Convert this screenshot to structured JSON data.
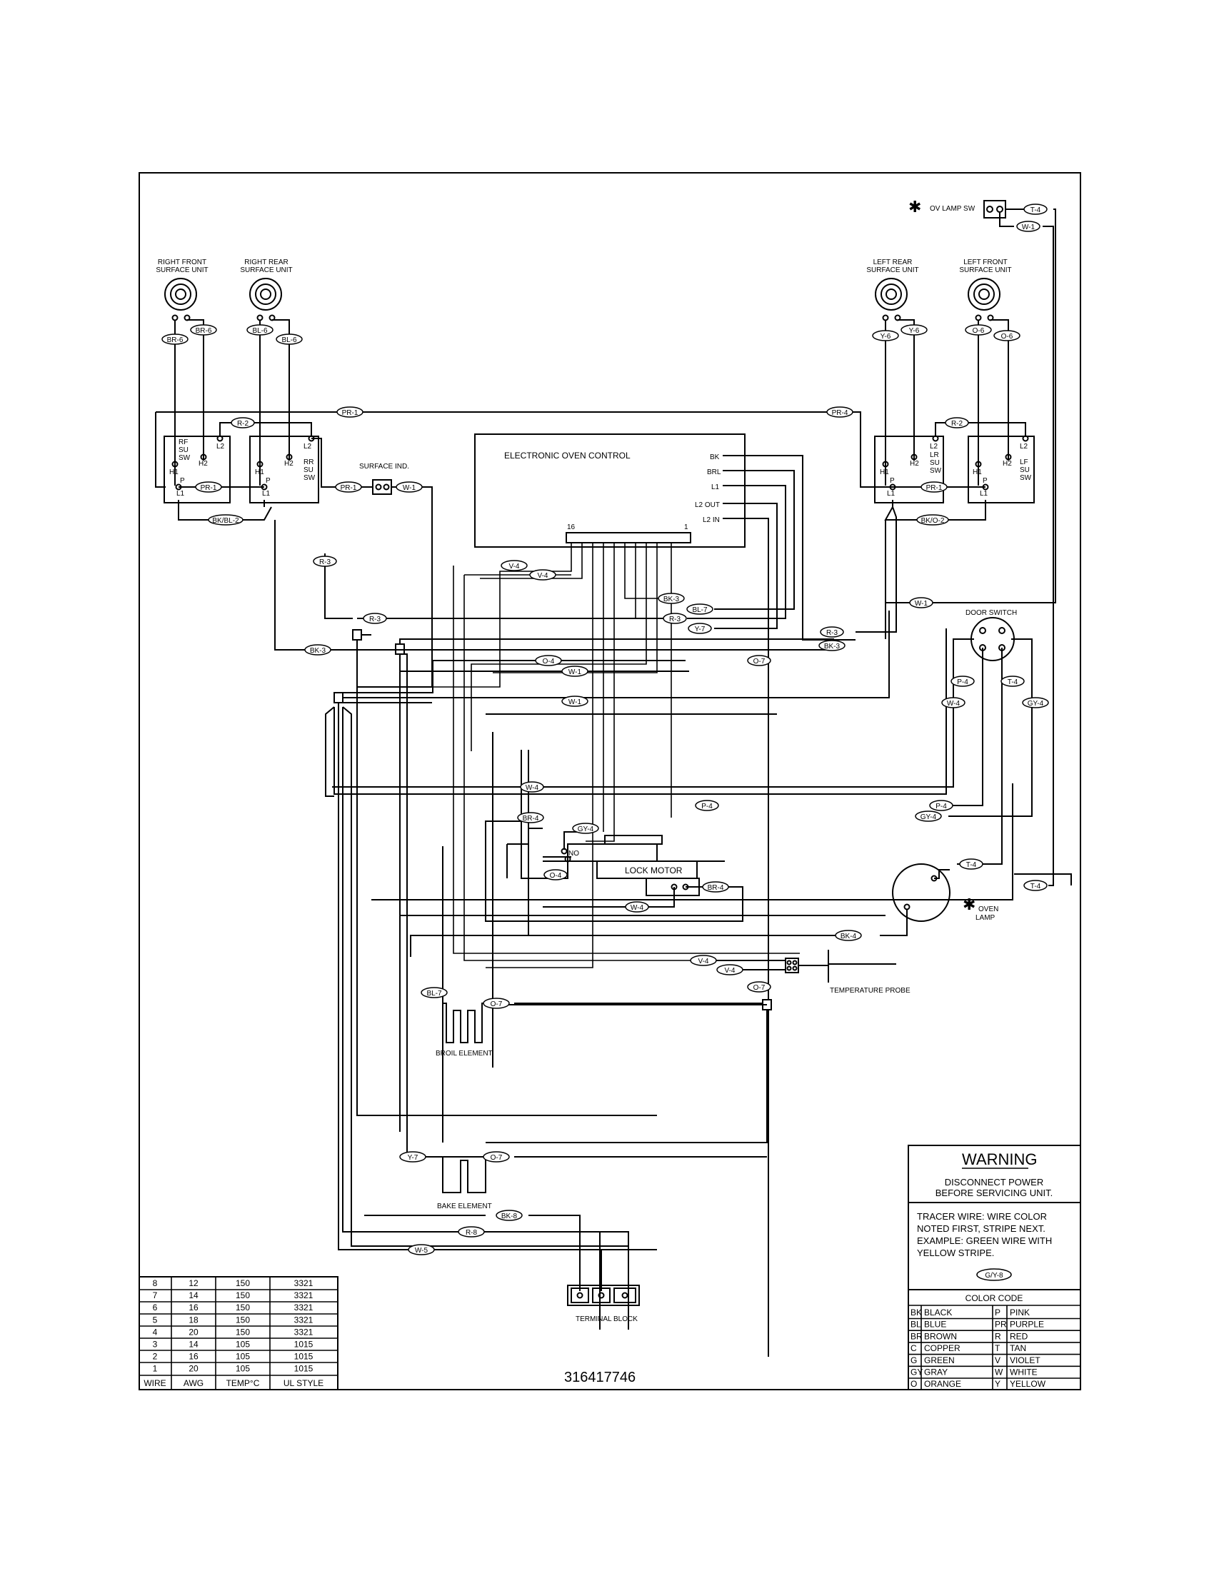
{
  "components": {
    "ov_lamp_sw": "OV LAMP SW",
    "right_front": [
      "RIGHT FRONT",
      "SURFACE UNIT"
    ],
    "right_rear": [
      "RIGHT REAR",
      "SURFACE UNIT"
    ],
    "left_rear": [
      "LEFT REAR",
      "SURFACE UNIT"
    ],
    "left_front": [
      "LEFT FRONT",
      "SURFACE UNIT"
    ],
    "eoc": "ELECTRONIC OVEN CONTROL",
    "eoc_pins": [
      "BK",
      "BRL",
      "L1",
      "L2 OUT",
      "L2 IN"
    ],
    "eoc_conn": [
      "16",
      "1"
    ],
    "surface_ind": "SURFACE IND.",
    "door_switch": "DOOR SWITCH",
    "lock_motor": "LOCK MOTOR",
    "no": "NO",
    "oven_lamp": [
      "OVEN",
      "LAMP"
    ],
    "temp_probe": "TEMPERATURE PROBE",
    "broil": "BROIL ELEMENT",
    "bake": "BAKE ELEMENT",
    "terminal": "TERMINAL BLOCK",
    "rf_sw": [
      "RF",
      "SU",
      "SW"
    ],
    "rr_sw": [
      "RR",
      "SU",
      "SW"
    ],
    "lr_sw": [
      "LR",
      "SU",
      "SW"
    ],
    "lf_sw": [
      "LF",
      "SU",
      "SW"
    ],
    "sw_pins": [
      "H1",
      "H2",
      "L2",
      "P",
      "L1"
    ]
  },
  "wire_tags": {
    "t4": "T-4",
    "w1": "W-1",
    "br6": "BR-6",
    "bl6": "BL-6",
    "y6": "Y-6",
    "o6": "O-6",
    "r2": "R-2",
    "pr1": "PR-1",
    "pr4": "PR-4",
    "bkbl2": "BK/BL-2",
    "bko2": "BK/O-2",
    "r3": "R-3",
    "v4": "V-4",
    "bk3": "BK-3",
    "bl7": "BL-7",
    "y7": "Y-7",
    "o7": "O-7",
    "o4": "O-4",
    "w4": "W-4",
    "p4": "P-4",
    "gy4": "GY-4",
    "br4": "BR-4",
    "bk4": "BK-4",
    "bk8": "BK-8",
    "r8": "R-8",
    "w5": "W-5"
  },
  "warning": {
    "title": "WARNING",
    "line1": "DISCONNECT POWER",
    "line2": "BEFORE SERVICING UNIT.",
    "tracer": [
      "TRACER WIRE:  WIRE COLOR",
      "NOTED FIRST, STRIPE NEXT.",
      "EXAMPLE:  GREEN WIRE WITH",
      "YELLOW STRIPE."
    ],
    "example_tag": "G/Y-8"
  },
  "color_code": {
    "title": "COLOR CODE",
    "rows": [
      [
        "BK",
        "BLACK",
        "P",
        "PINK"
      ],
      [
        "BL",
        "BLUE",
        "PR",
        "PURPLE"
      ],
      [
        "BR",
        "BROWN",
        "R",
        "RED"
      ],
      [
        "C",
        "COPPER",
        "T",
        "TAN"
      ],
      [
        "G",
        "GREEN",
        "V",
        "VIOLET"
      ],
      [
        "GY",
        "GRAY",
        "W",
        "WHITE"
      ],
      [
        "O",
        "ORANGE",
        "Y",
        "YELLOW"
      ]
    ]
  },
  "wire_table": {
    "rows": [
      [
        "8",
        "12",
        "150",
        "3321"
      ],
      [
        "7",
        "14",
        "150",
        "3321"
      ],
      [
        "6",
        "16",
        "150",
        "3321"
      ],
      [
        "5",
        "18",
        "150",
        "3321"
      ],
      [
        "4",
        "20",
        "150",
        "3321"
      ],
      [
        "3",
        "14",
        "105",
        "1015"
      ],
      [
        "2",
        "16",
        "105",
        "1015"
      ],
      [
        "1",
        "20",
        "105",
        "1015"
      ]
    ],
    "header": [
      "WIRE",
      "AWG",
      "TEMP°C",
      "UL STYLE"
    ]
  },
  "part_number": "316417746"
}
